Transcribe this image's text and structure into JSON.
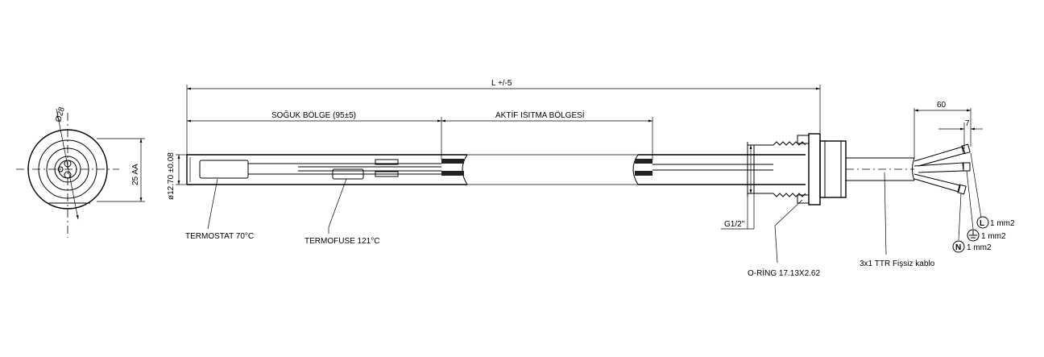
{
  "dimensions": {
    "overall_length": "L +/-5",
    "cold_zone": "SOĞUK BÖLGE (95±5)",
    "active_zone": "AKTİF ISITMA BÖLGESİ",
    "diameter_tol": "ø12.70 ±0.08",
    "across_flats": "25 AA",
    "flange_diameter": "Ø28",
    "lead_length": "60",
    "strip_length": "7",
    "thread": "G1/2\""
  },
  "labels": {
    "thermostat": "TERMOSTAT 70°C",
    "thermofuse": "TERMOFUSE 121°C",
    "oring": "O-RİNG 17.13X2.62",
    "cable": "3x1 TTR Fişsiz kablo"
  },
  "wires": [
    {
      "symbol": "L",
      "section": "1 mm2"
    },
    {
      "symbol": "⏚",
      "section": "1 mm2"
    },
    {
      "symbol": "N",
      "section": "1 mm2"
    }
  ]
}
